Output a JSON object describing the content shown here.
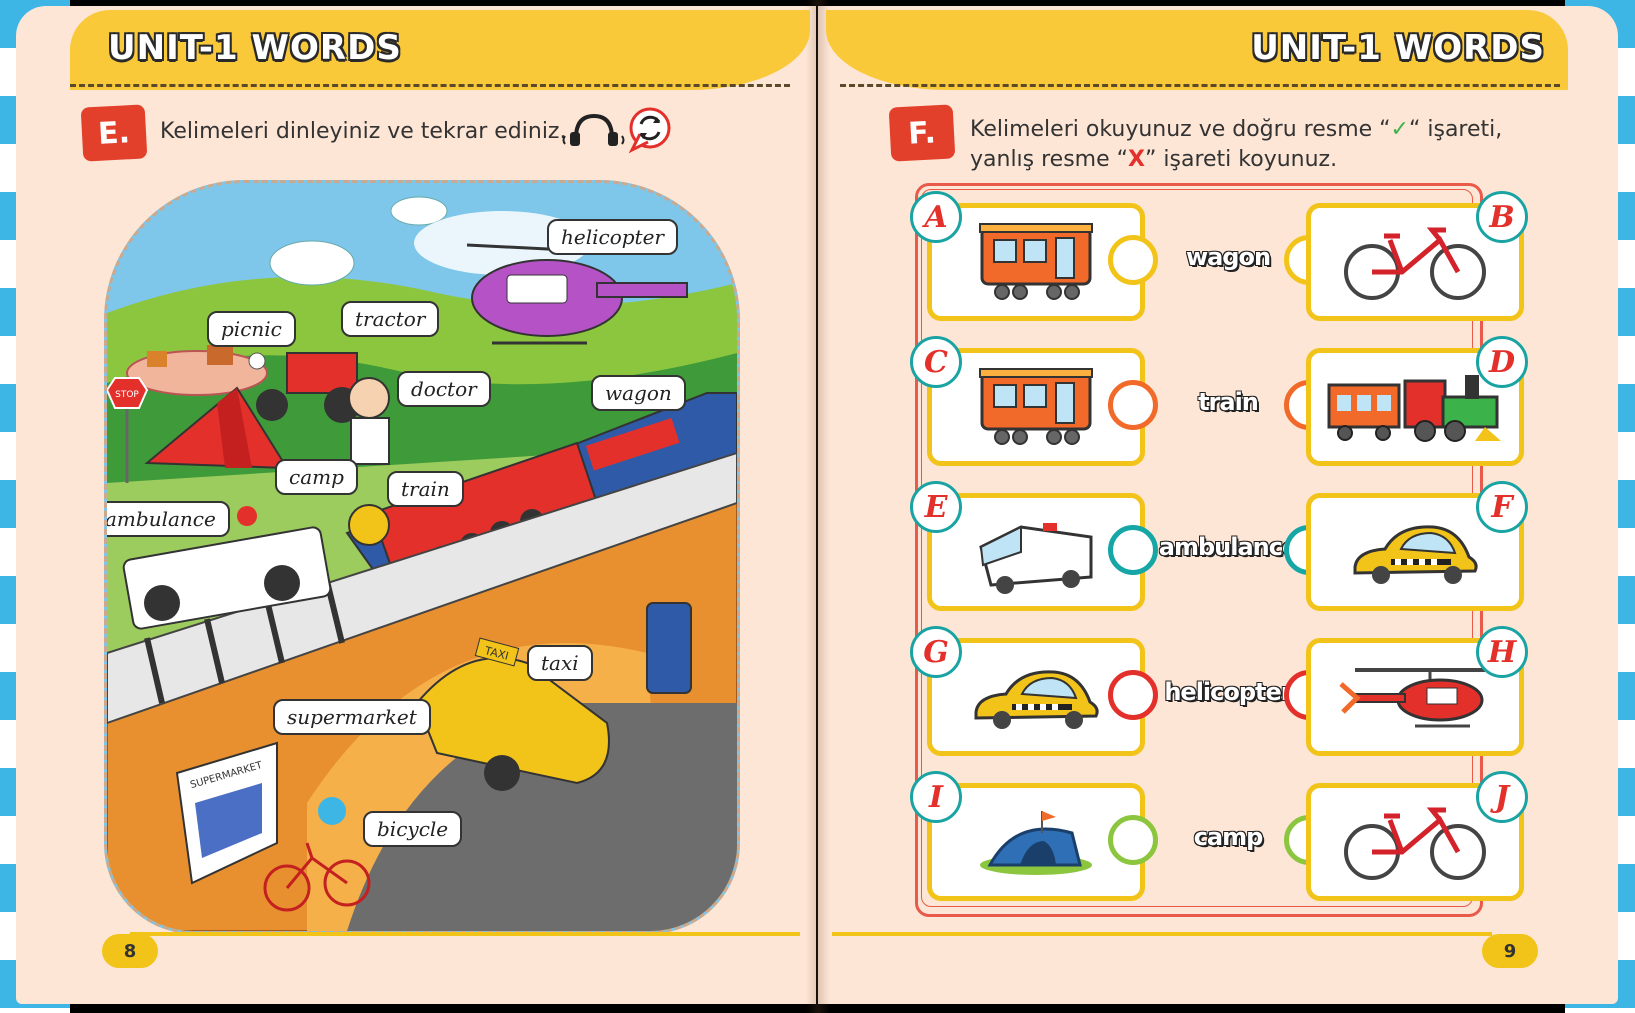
{
  "left_page": {
    "header": "UNIT-1 WORDS",
    "exercise_letter": "E.",
    "instruction": "Kelimeleri dinleyiniz ve tekrar ediniz.",
    "labels": {
      "helicopter": "helicopter",
      "picnic": "picnic",
      "tractor": "tractor",
      "doctor": "doctor",
      "wagon": "wagon",
      "camp": "camp",
      "train": "train",
      "ambulance": "ambulance",
      "taxi": "taxi",
      "supermarket": "supermarket",
      "bicycle": "bicycle"
    },
    "signs": {
      "stop": "STOP",
      "taxi_sign": "TAXI",
      "store": "SUPERMARKET"
    },
    "page_number": "8"
  },
  "right_page": {
    "header": "UNIT-1 WORDS",
    "exercise_letter": "F.",
    "instruction_line1_a": "Kelimeleri okuyunuz ve doğru resme “",
    "instruction_check": "✓",
    "instruction_line1_b": "“ işareti,",
    "instruction_line2_a": "yanlış resme “",
    "instruction_x": "X",
    "instruction_line2_b": "” işareti koyunuz.",
    "rows": [
      {
        "word": "wagon",
        "left_letter": "A",
        "left_picture": "wagon",
        "right_letter": "B",
        "right_picture": "bicycle",
        "color": "#f2c318"
      },
      {
        "word": "train",
        "left_letter": "C",
        "left_picture": "wagon",
        "right_letter": "D",
        "right_picture": "train",
        "color": "#f26a2a"
      },
      {
        "word": "ambulance",
        "left_letter": "E",
        "left_picture": "ambulance",
        "right_letter": "F",
        "right_picture": "taxi",
        "color": "#17a6a6"
      },
      {
        "word": "helicopter",
        "left_letter": "G",
        "left_picture": "taxi",
        "right_letter": "H",
        "right_picture": "helicopter",
        "color": "#e3302b"
      },
      {
        "word": "camp",
        "left_letter": "I",
        "left_picture": "tent",
        "right_letter": "J",
        "right_picture": "bicycle",
        "color": "#8cc63f"
      }
    ],
    "page_number": "9"
  },
  "colors": {
    "banner": "#f9c93a",
    "badge": "#e3402b",
    "page": "#fde6d6",
    "stripe": "#3db6e6",
    "card_border": "#f2c318"
  }
}
